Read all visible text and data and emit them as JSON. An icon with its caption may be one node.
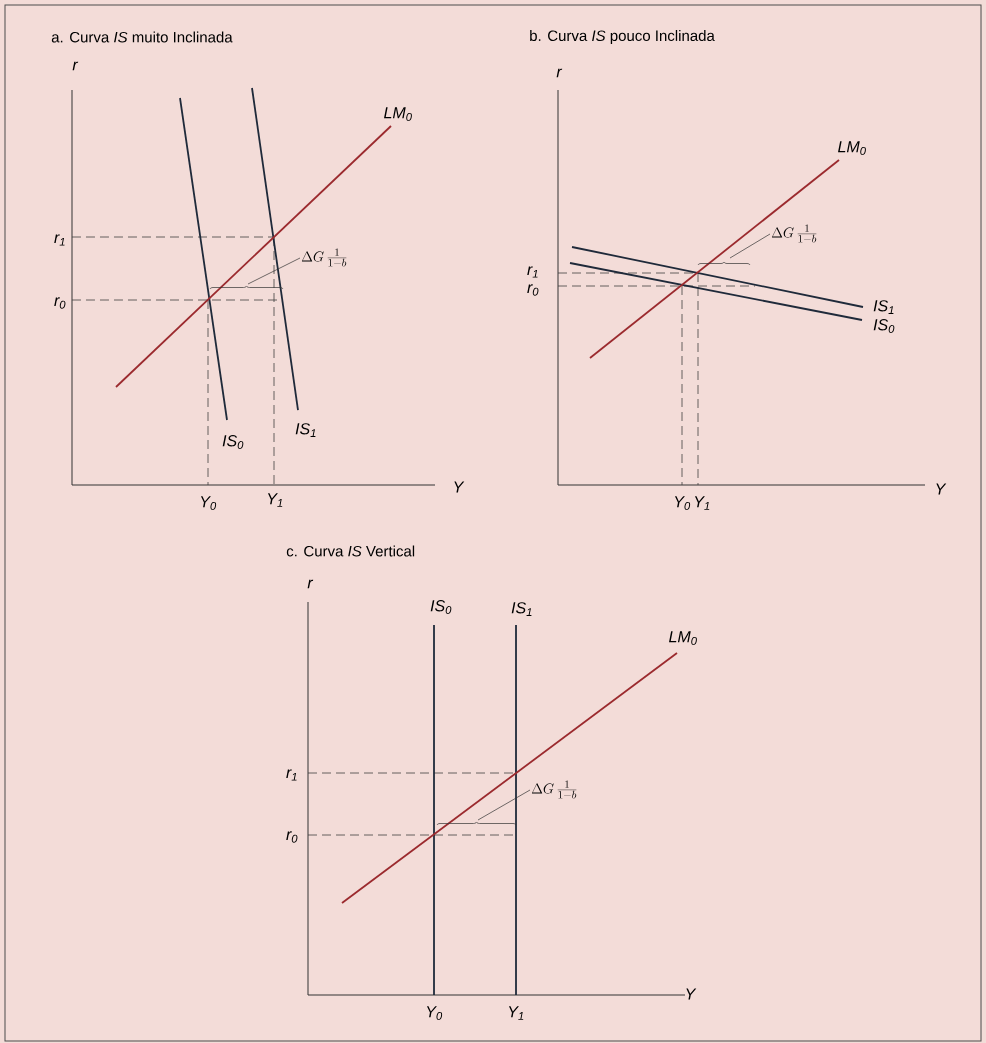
{
  "diagram": {
    "nodes": [
      {
        "text": [
          "\\Delta G\\,\\frac{1}{1-b}"
        ]
      },
      {
        "text": [
          "\\Delta G\\,\\frac{1}{1-b}"
        ]
      },
      {
        "text": [
          "\\Delta G\\,\\frac{1}{1-b}"
        ]
      }
    ],
    "edges": [
      {
        "from": 0,
        "to": null,
        "arrow": "none"
      },
      {
        "from": 1,
        "to": null,
        "arrow": "none"
      },
      {
        "from": 2,
        "to": null,
        "arrow": "none"
      }
    ],
    "labels": [
      "a. Curva *IS* muito Inclinada",
      "r",
      "r$_{1}$",
      "r$_{0}$",
      "LM$_{0}$",
      "IS$_{0}$",
      "IS$_{1}$",
      "Y",
      "Y$_{0}$",
      "Y$_{1}$",
      "b. Curva *IS* pouco Inclinada",
      "r",
      "LM$_{0}$",
      "r$_{1}$",
      "r$_{0}$",
      "IS$_{1}$",
      "IS$_{0}$",
      "Y",
      "Y$_{0}$",
      "Y$_{1}$",
      "c. Curva *IS* Vertical",
      "r",
      "IS$_{0}$",
      "IS$_{1}$",
      "LM$_{0}$",
      "r$_{1}$",
      "r$_{0}$",
      "Y",
      "Y$_{0}$",
      "Y$_{1}$"
    ]
  }
}
